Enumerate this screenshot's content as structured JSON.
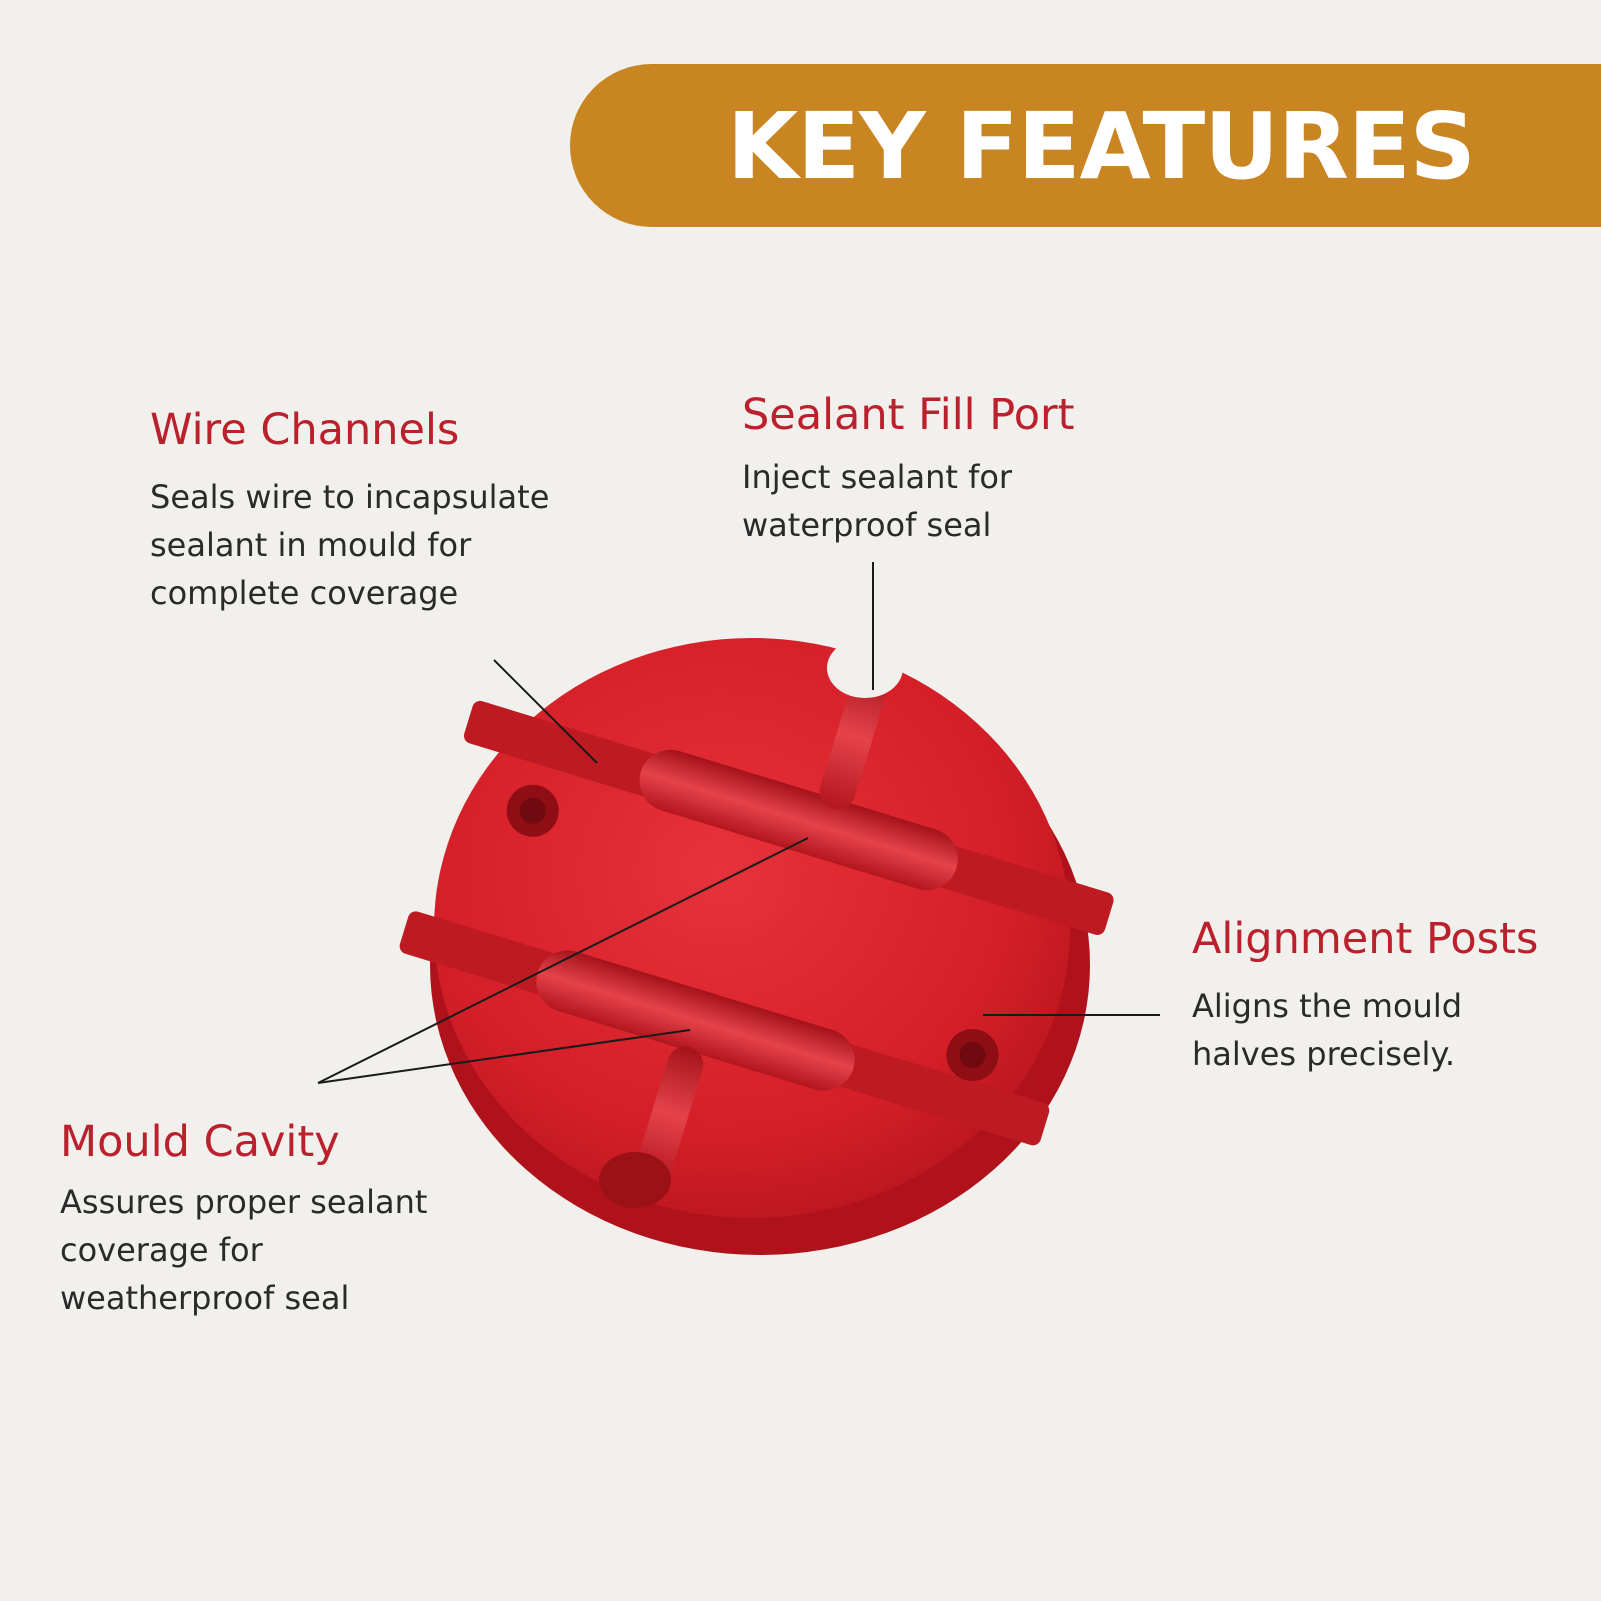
{
  "banner": {
    "title": "KEY FEATURES",
    "color": "#c98522"
  },
  "accent_color": "#bb202c",
  "product": {
    "color": "#d92129",
    "icon": "red-cable-splice-mould"
  },
  "features": {
    "wire_channels": {
      "title": "Wire Channels",
      "lines": [
        "Seals wire to incapsulate",
        "sealant in mould for",
        "complete coverage"
      ]
    },
    "sealant_fill_port": {
      "title": "Sealant Fill Port",
      "lines": [
        "Inject sealant for",
        "waterproof seal"
      ]
    },
    "alignment_posts": {
      "title": "Alignment Posts",
      "lines": [
        "Aligns the mould",
        "halves precisely."
      ]
    },
    "mould_cavity": {
      "title": "Mould Cavity",
      "lines": [
        "Assures proper sealant",
        "coverage for",
        "weatherproof seal"
      ]
    }
  }
}
